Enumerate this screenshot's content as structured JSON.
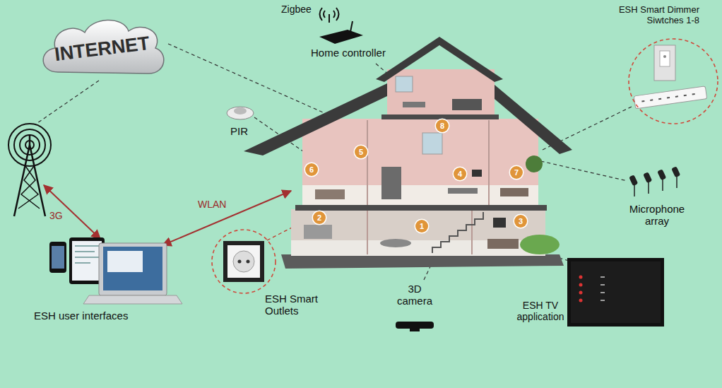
{
  "diagram": {
    "nodes": [
      {
        "text": [
          "INTERNET"
        ]
      },
      {
        "text": [
          "ESH Smart Dimmer Siwtches 1-8"
        ]
      },
      {
        "text": [
          "ESH Smart Outlets"
        ]
      }
    ],
    "labels": [
      "Zigbee",
      "Home controller",
      "PIR",
      "8",
      "5",
      "6",
      "4",
      "7",
      "Microphone array",
      "3G",
      "WLAN",
      "2",
      "1",
      "3",
      "ESH user interfaces",
      "3D camera",
      "ESH TV application"
    ]
  }
}
